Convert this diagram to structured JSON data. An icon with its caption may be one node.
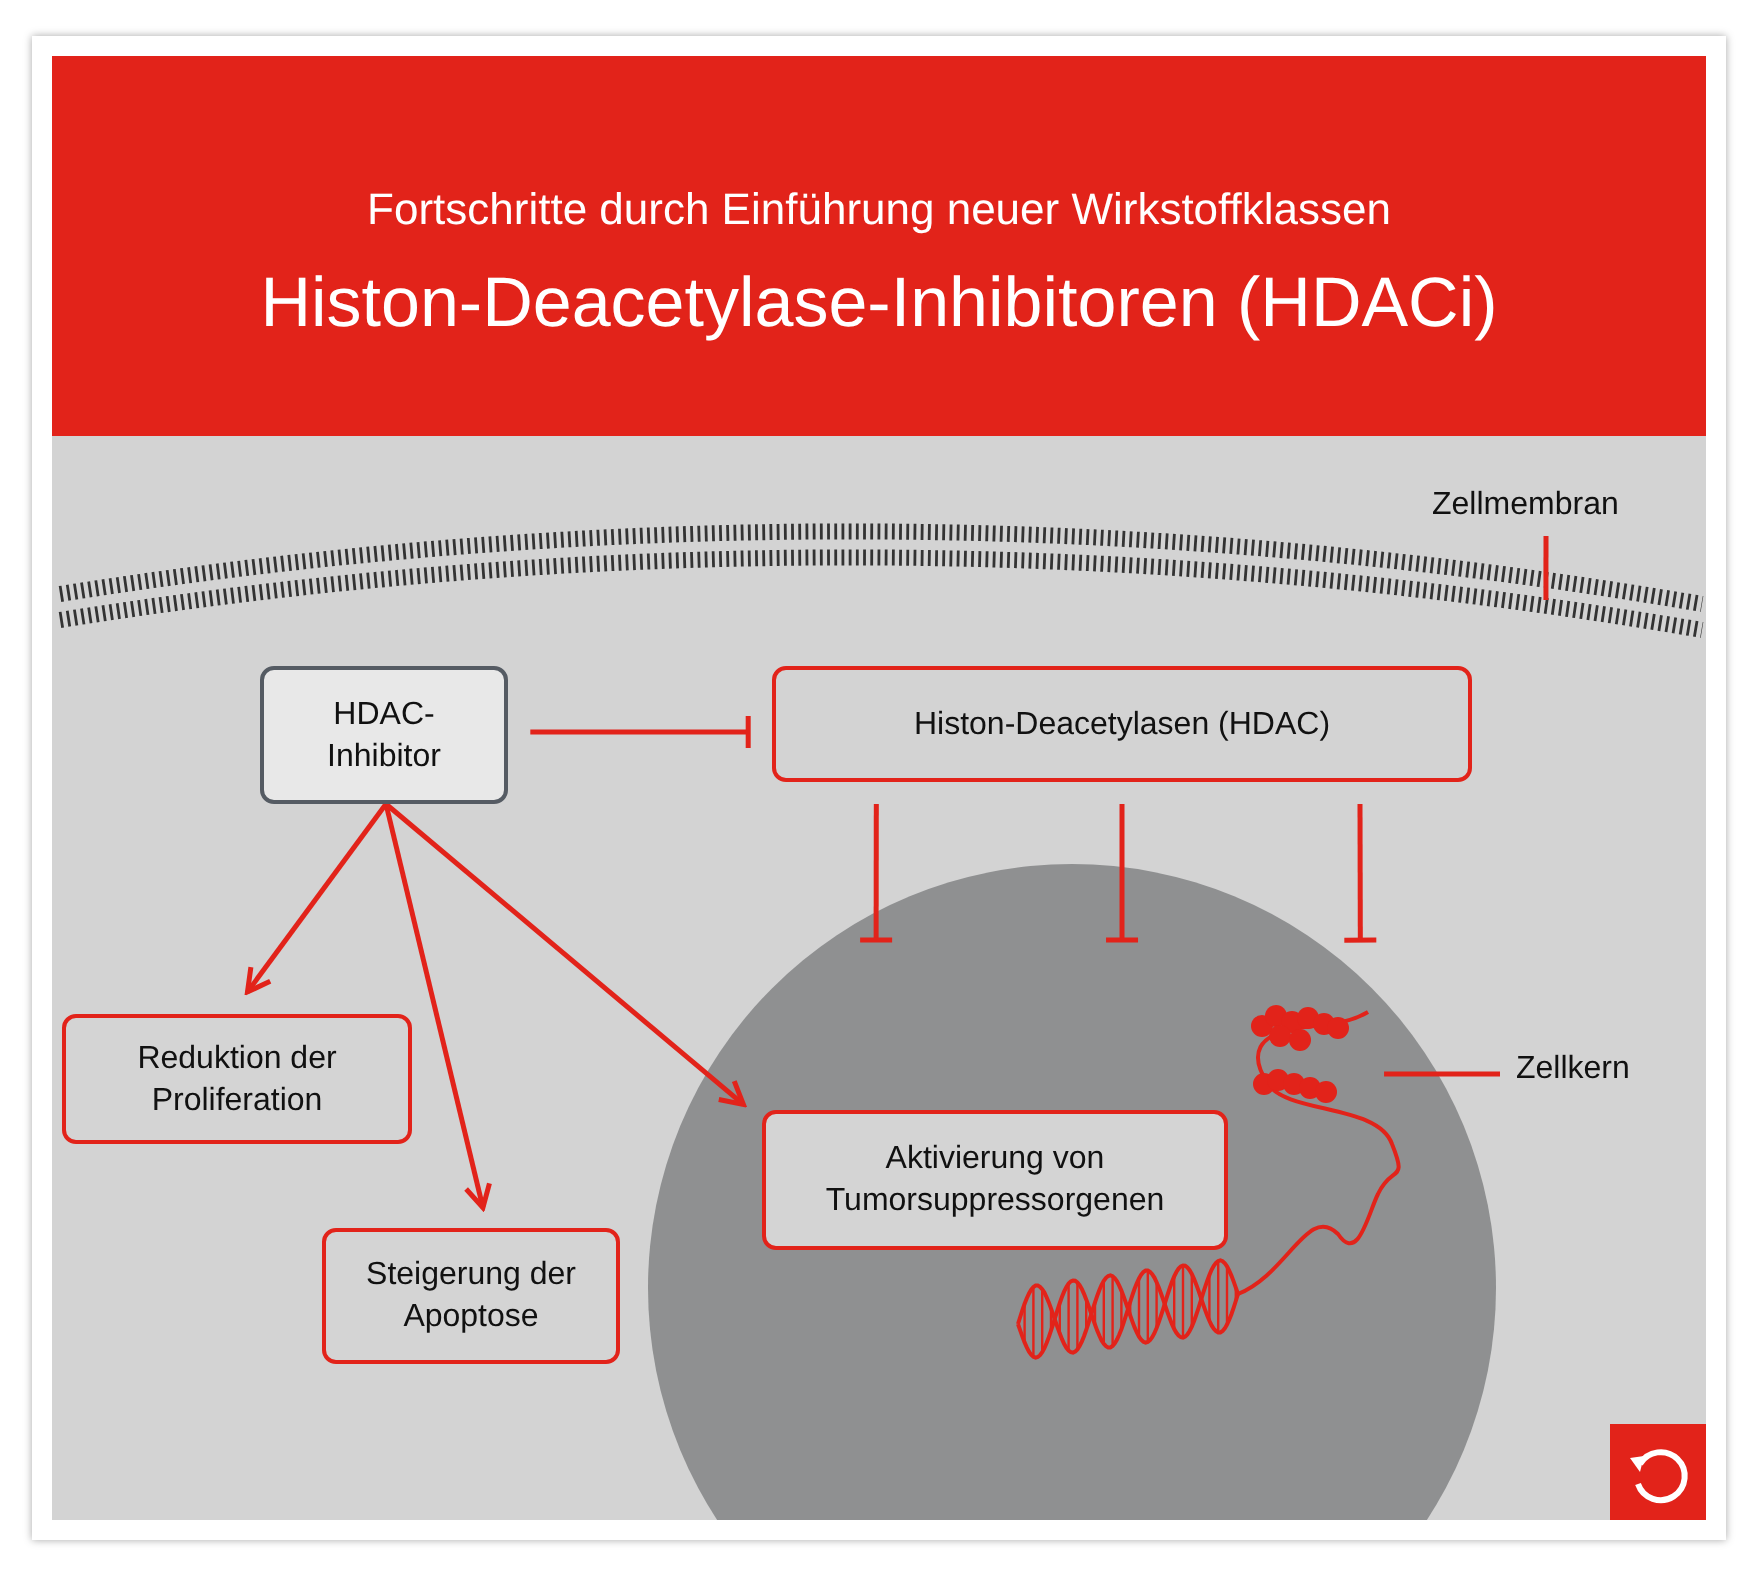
{
  "diagram": {
    "title": "Histon-Deacetylase-Inhibitoren (HDACi)",
    "nodes": [
      {
        "text": [],
        "shape": "picture"
      },
      {
        "text": [
          "Zellmembran"
        ]
      },
      {
        "text": [
          "HDAC-Inhibitor"
        ]
      },
      {
        "text": [
          "Histon-Deacetylasen (HDAC)"
        ]
      },
      {
        "text": [],
        "shape": "circle"
      },
      {
        "text": [
          "Aktivierung von Tumorsuppressorgenen"
        ],
        "in": 4
      },
      {
        "text": [
          "Zellkern"
        ]
      },
      {
        "text": [
          "Reduktion der Proliferation"
        ]
      },
      {
        "text": [
          "Steigerung der Apoptose"
        ]
      }
    ],
    "edges": [
      {
        "from": 1,
        "to": 0,
        "arrow": "none"
      },
      {
        "from": 2,
        "to": 3,
        "arrow": "other"
      },
      {
        "from": 3,
        "to": 4,
        "arrow": "other"
      },
      {
        "from": 3,
        "to": 4,
        "arrow": "other"
      },
      {
        "from": 3,
        "to": 4,
        "arrow": "other"
      },
      {
        "from": 2,
        "to": 7,
        "arrow": "to"
      },
      {
        "from": 2,
        "to": 8,
        "arrow": "to"
      },
      {
        "from": 2,
        "to": 5,
        "arrow": "to"
      },
      {
        "from": 6,
        "to": 4,
        "arrow": "none"
      }
    ],
    "labels": [
      "Fortschritte durch Einführung neuer Wirkstoffklassen"
    ]
  }
}
